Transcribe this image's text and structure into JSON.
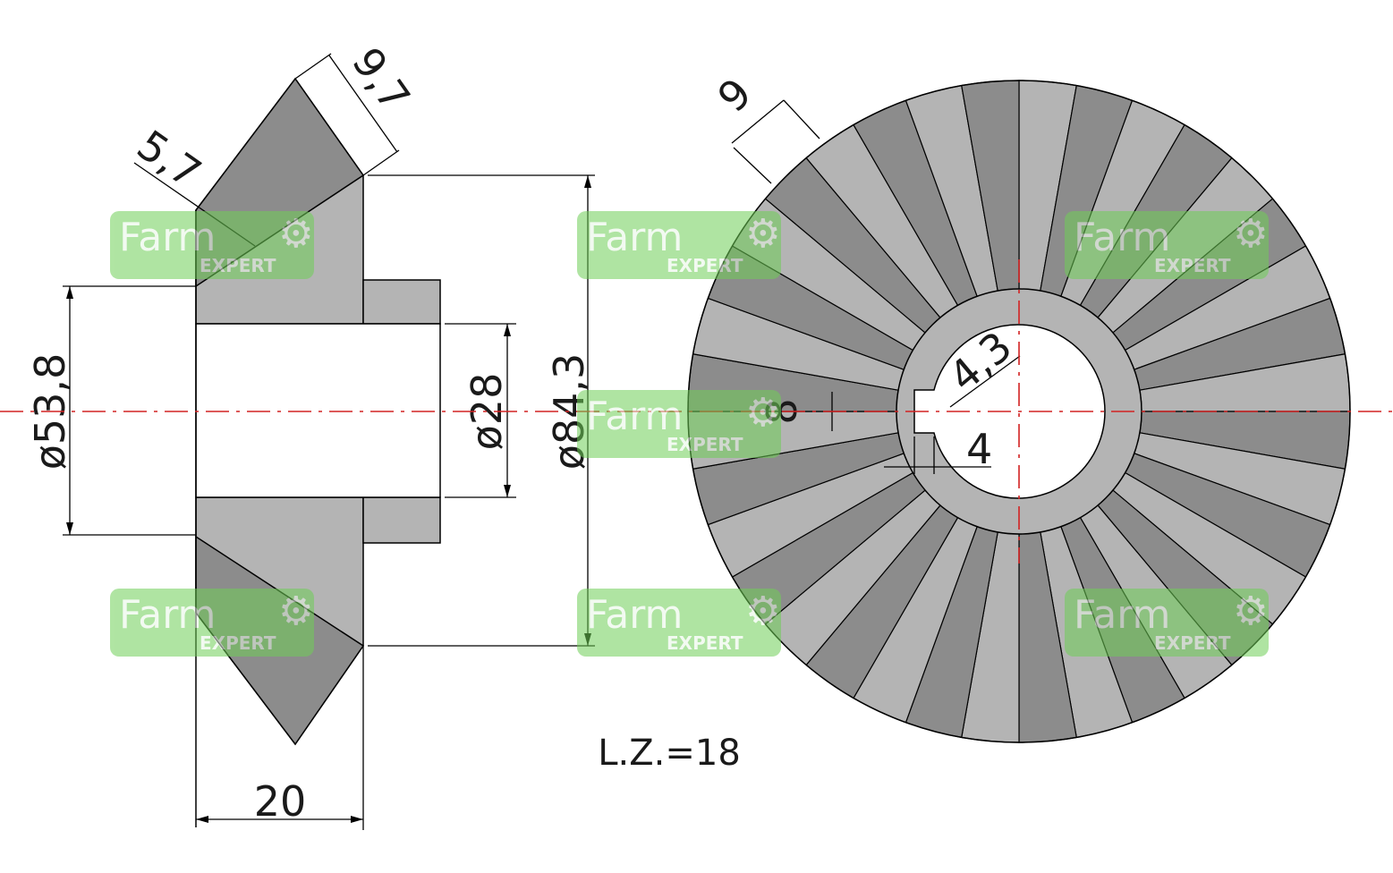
{
  "dimensions": {
    "chamfer": "5,7",
    "tooth_face": "9,7",
    "bore_diameter": "ø28",
    "hub_diameter": "ø53,8",
    "outer_diameter": "ø84,3",
    "width": "20",
    "tooth_pitch": "9",
    "keyway_depth": "4,3",
    "keyway_width": "8",
    "key_offset": "4"
  },
  "note": "L.Z.=18",
  "watermark": {
    "top": "Farm",
    "bottom": "EXPERT"
  },
  "colors": {
    "dark_tooth": "#8c8c8c",
    "light_tooth": "#b4b4b4",
    "centerline": "#d22222",
    "watermark_green": "#6fcf57"
  }
}
